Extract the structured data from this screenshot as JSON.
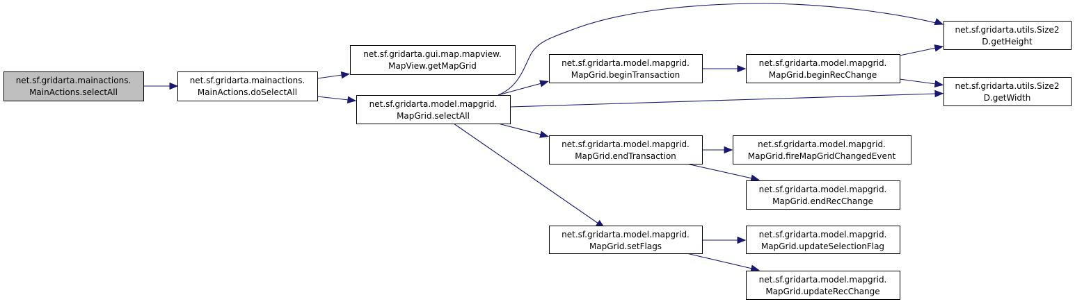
{
  "diagram": {
    "type": "call-graph",
    "colors": {
      "edge": "#191970",
      "root_fill": "#bfbfbf",
      "node_fill": "#ffffff",
      "border": "#000000"
    },
    "nodes": [
      {
        "id": "root",
        "line1": "net.sf.gridarta.mainactions.",
        "line2": "MainActions.selectAll",
        "root": true
      },
      {
        "id": "doSelectAll",
        "line1": "net.sf.gridarta.mainactions.",
        "line2": "MainActions.doSelectAll"
      },
      {
        "id": "getMapGrid",
        "line1": "net.sf.gridarta.gui.map.mapview.",
        "line2": "MapView.getMapGrid"
      },
      {
        "id": "mgSelectAll",
        "line1": "net.sf.gridarta.model.mapgrid.",
        "line2": "MapGrid.selectAll"
      },
      {
        "id": "beginTransaction",
        "line1": "net.sf.gridarta.model.mapgrid.",
        "line2": "MapGrid.beginTransaction"
      },
      {
        "id": "beginRecChange",
        "line1": "net.sf.gridarta.model.mapgrid.",
        "line2": "MapGrid.beginRecChange"
      },
      {
        "id": "getHeight",
        "line1": "net.sf.gridarta.utils.Size2",
        "line2": "D.getHeight"
      },
      {
        "id": "getWidth",
        "line1": "net.sf.gridarta.utils.Size2",
        "line2": "D.getWidth"
      },
      {
        "id": "endTransaction",
        "line1": "net.sf.gridarta.model.mapgrid.",
        "line2": "MapGrid.endTransaction"
      },
      {
        "id": "fireEvent",
        "line1": "net.sf.gridarta.model.mapgrid.",
        "line2": "MapGrid.fireMapGridChangedEvent"
      },
      {
        "id": "endRecChange",
        "line1": "net.sf.gridarta.model.mapgrid.",
        "line2": "MapGrid.endRecChange"
      },
      {
        "id": "setFlags",
        "line1": "net.sf.gridarta.model.mapgrid.",
        "line2": "MapGrid.setFlags"
      },
      {
        "id": "updateSelectionFlag",
        "line1": "net.sf.gridarta.model.mapgrid.",
        "line2": "MapGrid.updateSelectionFlag"
      },
      {
        "id": "updateRecChange",
        "line1": "net.sf.gridarta.model.mapgrid.",
        "line2": "MapGrid.updateRecChange"
      }
    ],
    "edges": [
      {
        "from": "root",
        "to": "doSelectAll"
      },
      {
        "from": "doSelectAll",
        "to": "getMapGrid"
      },
      {
        "from": "doSelectAll",
        "to": "mgSelectAll"
      },
      {
        "from": "mgSelectAll",
        "to": "getHeight"
      },
      {
        "from": "mgSelectAll",
        "to": "beginTransaction"
      },
      {
        "from": "mgSelectAll",
        "to": "getWidth"
      },
      {
        "from": "mgSelectAll",
        "to": "endTransaction"
      },
      {
        "from": "mgSelectAll",
        "to": "setFlags"
      },
      {
        "from": "beginTransaction",
        "to": "beginRecChange"
      },
      {
        "from": "beginRecChange",
        "to": "getHeight"
      },
      {
        "from": "beginRecChange",
        "to": "getWidth"
      },
      {
        "from": "endTransaction",
        "to": "fireEvent"
      },
      {
        "from": "endTransaction",
        "to": "endRecChange"
      },
      {
        "from": "setFlags",
        "to": "updateSelectionFlag"
      },
      {
        "from": "setFlags",
        "to": "updateRecChange"
      }
    ]
  }
}
